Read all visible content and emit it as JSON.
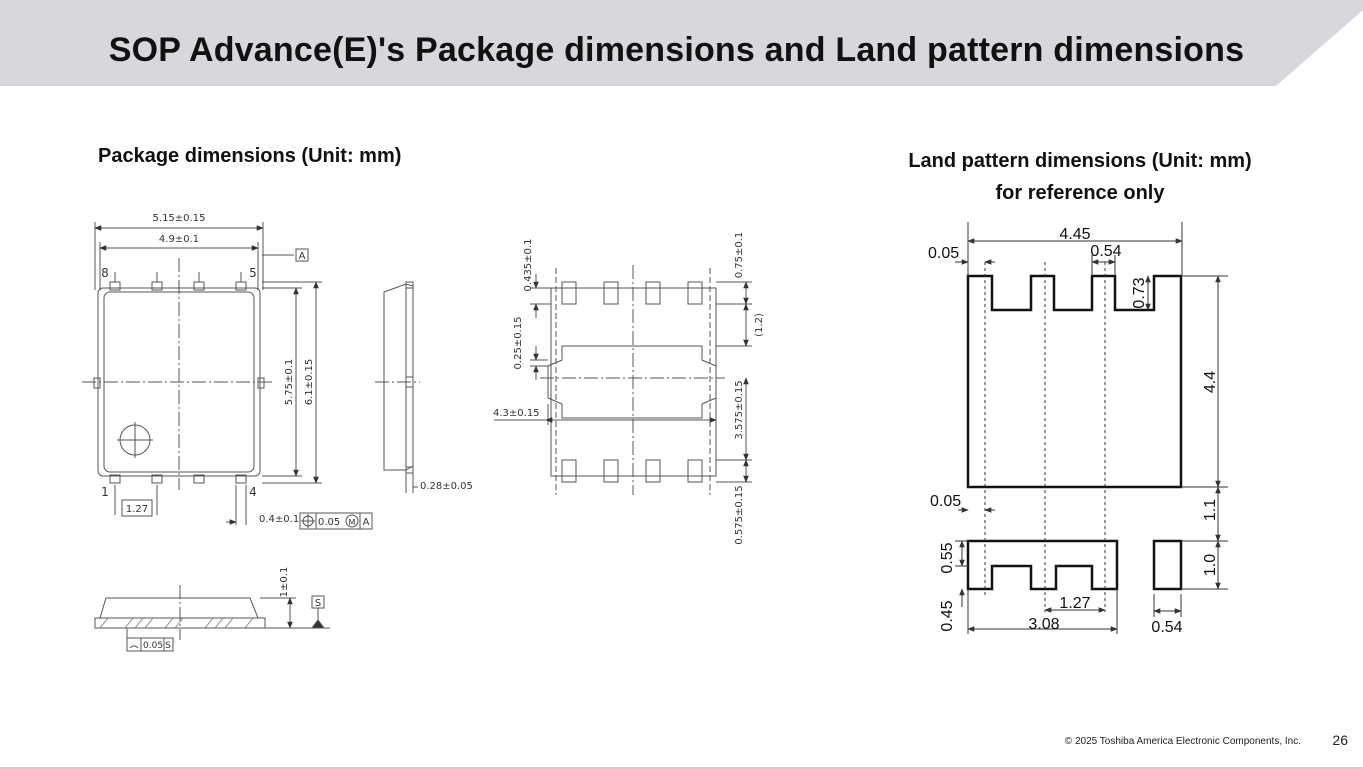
{
  "slide": {
    "title": "SOP Advance(E)'s Package dimensions and Land pattern dimensions",
    "page_number": "26",
    "copyright": "© 2025 Toshiba America Electronic Components, Inc."
  },
  "package": {
    "heading": "Package dimensions (Unit: mm)",
    "top_view": {
      "width_outer": "5.15±0.15",
      "width_body": "4.9±0.1",
      "datum_a": "A",
      "pin_8": "8",
      "pin_5": "5",
      "pin_1": "1",
      "pin_4": "4",
      "height_body": "5.75±0.1",
      "height_outer": "6.1±0.15",
      "pitch": "1.27",
      "lead_width": "0.4±0.1",
      "position_tol": "0.05",
      "mmc": "M",
      "tol_datum": "A"
    },
    "side_view": {
      "lead_thickness": "0.28±0.05"
    },
    "bottom_view": {
      "d1": "0.435±0.1",
      "d2": "0.75±0.1",
      "d3": "0.25±0.15",
      "d4": "(1.2)",
      "d5": "4.3±0.15",
      "d6": "3.575±0.15",
      "d7": "0.575±0.15"
    },
    "front_view": {
      "height": "1±0.1",
      "datum_s": "S",
      "flatness": "0.05",
      "flatness_datum": "S"
    }
  },
  "land": {
    "heading_line1": "Land pattern dimensions (Unit: mm)",
    "heading_line2": "for reference only",
    "dims": {
      "total_width": "4.45",
      "offset_top": "0.05",
      "slot_width": "0.54",
      "slot_depth": "0.73",
      "pad_height": "4.4",
      "offset_bottom": "0.05",
      "gap": "1.1",
      "small_pad_height": "1.0",
      "lead_pad_upper": "0.55",
      "lead_pad_lower": "0.45",
      "pitch": "1.27",
      "lead_span": "3.08",
      "small_pad_width": "0.54"
    }
  },
  "colors": {
    "banner": "#d7d7dc",
    "line": "#555555"
  }
}
